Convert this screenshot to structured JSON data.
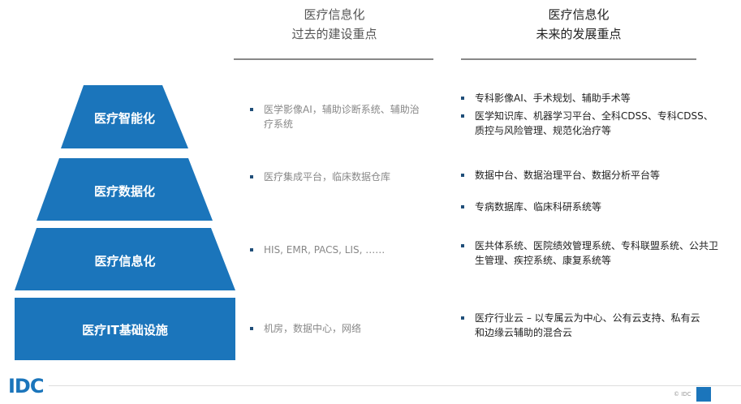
{
  "headers": {
    "past": [
      "医疗信息化",
      "过去的建设重点"
    ],
    "future": [
      "医疗信息化",
      "未来的发展重点"
    ]
  },
  "layers": [
    {
      "label": "医疗智能化",
      "past": [
        "医学影像AI，辅助诊断系统、辅助治疗系统"
      ],
      "future": [
        "专科影像AI、手术规划、辅助手术等",
        "医学知识库、机器学习平台、全科CDSS、专科CDSS、质控与风险管理、规范化治疗等"
      ]
    },
    {
      "label": "医疗数据化",
      "past": [
        "医疗集成平台，临床数据仓库"
      ],
      "future": [
        "数据中台、数据治理平台、数据分析平台等",
        "专病数据库、临床科研系统等"
      ]
    },
    {
      "label": "医疗信息化",
      "past": [
        "HIS, EMR, PACS, LIS, ……"
      ],
      "future": [
        "医共体系统、医院绩效管理系统、专科联盟系统、公共卫生管理、疾控系统、康复系统等"
      ]
    },
    {
      "label": "医疗IT基础设施",
      "past": [
        "机房，数据中心，网络"
      ],
      "future": [
        "医疗行业云 – 以专属云为中心、公有云支持、私有云和边缘云辅助的混合云"
      ]
    }
  ],
  "footer": {
    "logo": "IDC",
    "copyright": "© IDC"
  },
  "colors": {
    "layer": "#1b75bb"
  }
}
